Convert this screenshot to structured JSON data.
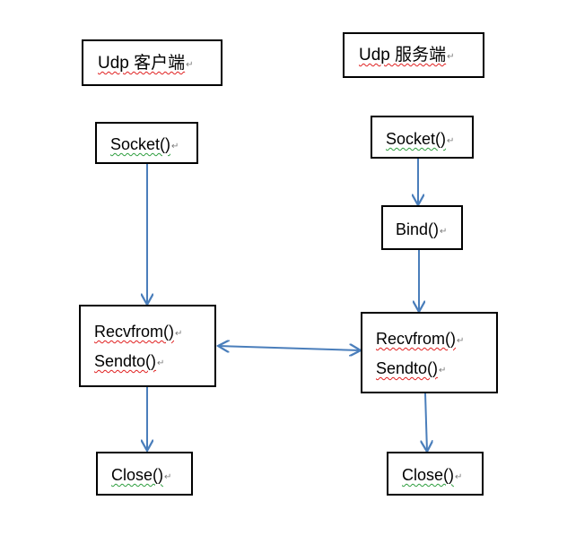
{
  "boxes": {
    "client_title": {
      "lines": [
        "Udp 客户端"
      ],
      "mark": "↵"
    },
    "server_title": {
      "lines": [
        "Udp 服务端"
      ],
      "mark": "↵"
    },
    "client_socket": {
      "lines": [
        "Socket()"
      ],
      "mark": "↵"
    },
    "server_socket": {
      "lines": [
        "Socket()"
      ],
      "mark": "↵"
    },
    "server_bind": {
      "lines": [
        "Bind()"
      ],
      "mark": "↵"
    },
    "client_recvsend": {
      "lines": [
        "Recvfrom()",
        "Sendto()"
      ],
      "mark": "↵"
    },
    "server_recvsend": {
      "lines": [
        "Recvfrom()",
        "Sendto()"
      ],
      "mark": "↵"
    },
    "client_close": {
      "lines": [
        "Close()"
      ],
      "mark": "↵"
    },
    "server_close": {
      "lines": [
        "Close()"
      ],
      "mark": "↵"
    }
  },
  "colors": {
    "arrow": "#4a7ebb",
    "box_border": "#000000",
    "spell_red": "#e02020",
    "spell_green": "#2e9e3e"
  }
}
